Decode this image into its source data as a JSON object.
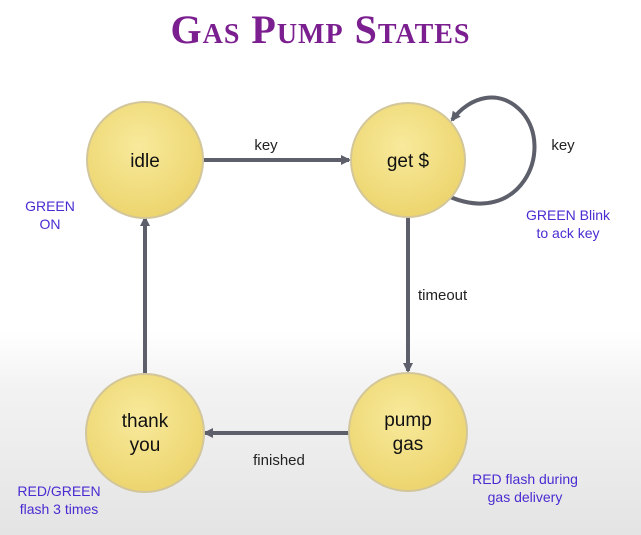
{
  "title": "Gas Pump States",
  "states": {
    "idle": {
      "label": "idle"
    },
    "get_money": {
      "label": "get $"
    },
    "pump_gas": {
      "line1": "pump",
      "line2": "gas"
    },
    "thank_you": {
      "line1": "thank",
      "line2": "you"
    }
  },
  "transitions": {
    "idle_to_get": "key",
    "get_self_loop": "key",
    "get_to_pump": "timeout",
    "pump_to_thank": "finished"
  },
  "notes": {
    "idle": {
      "line1": "GREEN",
      "line2": "ON"
    },
    "get_money": {
      "line1": "GREEN Blink",
      "line2": "to ack key"
    },
    "pump_gas": {
      "line1": "RED flash during",
      "line2": "gas delivery"
    },
    "thank_you": {
      "line1": "RED/GREEN",
      "line2": "flash 3 times"
    }
  },
  "colors": {
    "title": "#7b1e8f",
    "state_fill": "#f2df80",
    "state_stroke": "#d2c69a",
    "arrow": "#5d5f6a",
    "note_text": "#4b2bd1"
  }
}
